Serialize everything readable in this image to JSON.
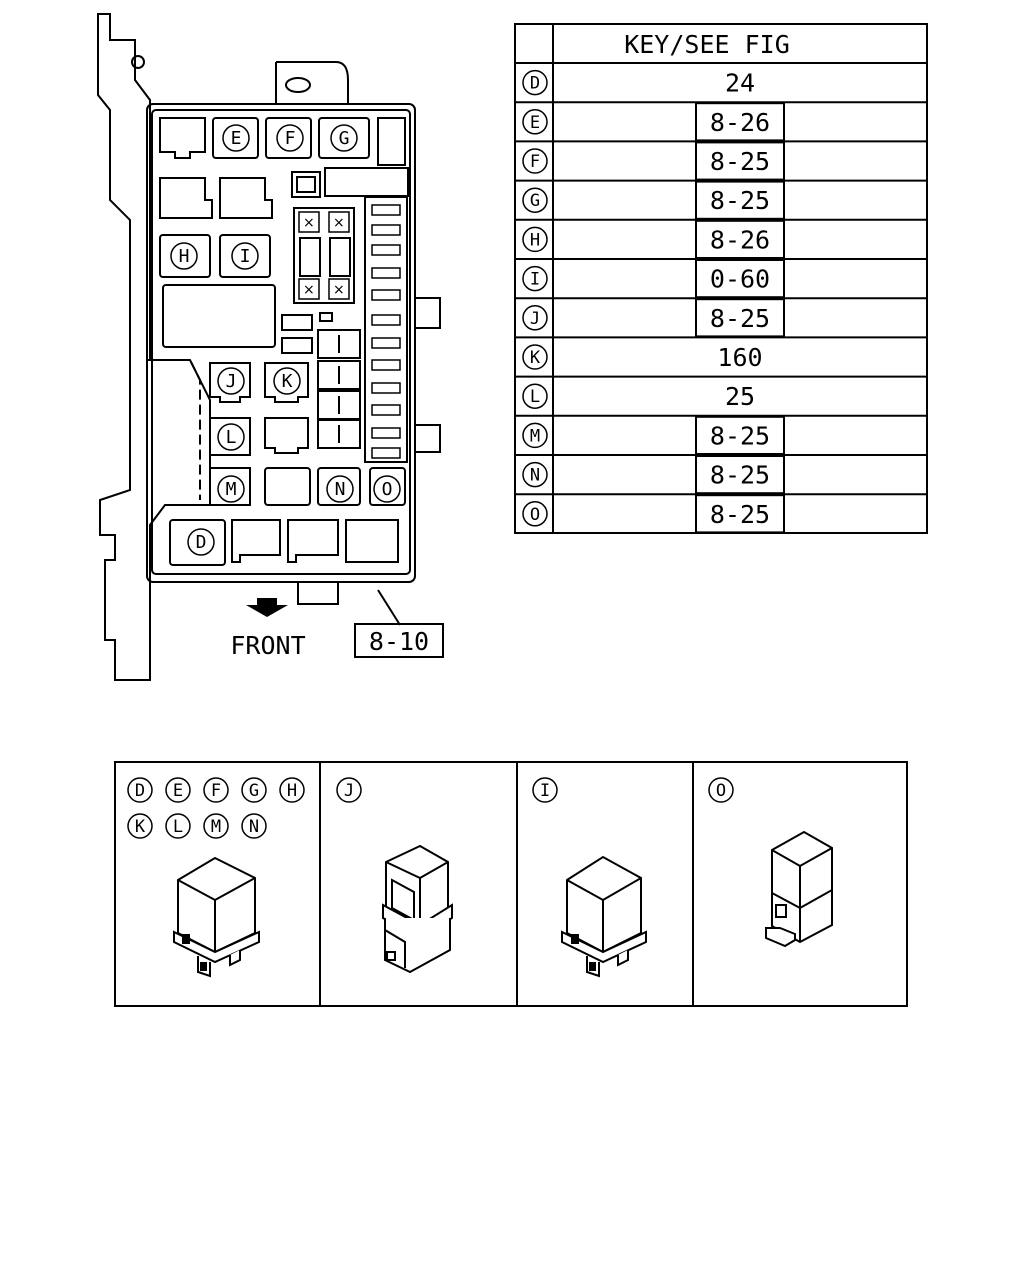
{
  "key_table": {
    "header": "KEY/SEE FIG",
    "rows": [
      {
        "key": "D",
        "value": "24",
        "boxed": false
      },
      {
        "key": "E",
        "value": "8-26",
        "boxed": true
      },
      {
        "key": "F",
        "value": "8-25",
        "boxed": true
      },
      {
        "key": "G",
        "value": "8-25",
        "boxed": true
      },
      {
        "key": "H",
        "value": "8-26",
        "boxed": true
      },
      {
        "key": "I",
        "value": "0-60",
        "boxed": true
      },
      {
        "key": "J",
        "value": "8-25",
        "boxed": true
      },
      {
        "key": "K",
        "value": "160",
        "boxed": false
      },
      {
        "key": "L",
        "value": "25",
        "boxed": false
      },
      {
        "key": "M",
        "value": "8-25",
        "boxed": true
      },
      {
        "key": "N",
        "value": "8-25",
        "boxed": true
      },
      {
        "key": "O",
        "value": "8-25",
        "boxed": true
      }
    ]
  },
  "fuse_box": {
    "slot_labels": {
      "E": "E",
      "F": "F",
      "G": "G",
      "H": "H",
      "I": "I",
      "J": "J",
      "K": "K",
      "L": "L",
      "M": "M",
      "N": "N",
      "O": "O",
      "D": "D"
    },
    "front_label": "FRONT",
    "ref_fig": "8-10"
  },
  "relay_panels": [
    {
      "keys": [
        "D",
        "E",
        "F",
        "G",
        "H",
        "K",
        "L",
        "M",
        "N"
      ]
    },
    {
      "keys": [
        "J"
      ]
    },
    {
      "keys": [
        "I"
      ]
    },
    {
      "keys": [
        "O"
      ]
    }
  ]
}
